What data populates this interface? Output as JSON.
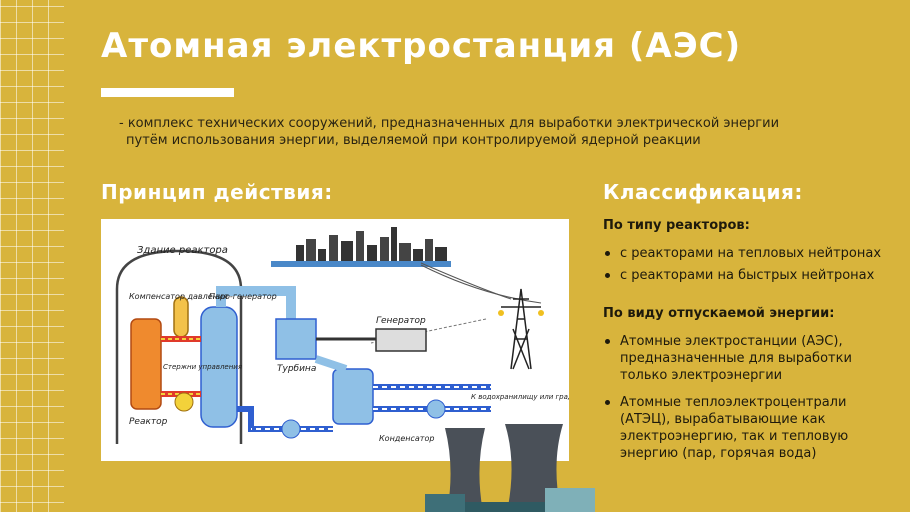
{
  "slide": {
    "title": "Атомная электростанция (АЭС)",
    "subtitle_line1": "- комплекс технических сооружений, предназначенных для выработки электрической энергии",
    "subtitle_line2": "путём использования энергии, выделяемой при контролируемой ядерной реакции"
  },
  "principle": {
    "heading": "Принцип действия:",
    "diagram_labels": {
      "building": "Здание реактора",
      "compensator": "Компенсатор давления",
      "steam_gen": "Паро-генератор",
      "rods": "Стержни управления",
      "reactor": "Реактор",
      "turbine": "Турбина",
      "generator": "Генератор",
      "condenser": "Конденсатор",
      "to_reservoir": "К водохранилищу или градирне"
    }
  },
  "classification": {
    "heading": "Классификация:",
    "by_reactor_type": {
      "label": "По типу реакторов:",
      "items": [
        "с реакторами на тепловых нейтронах",
        "с реакторами на быстрых нейтронах"
      ]
    },
    "by_energy_type": {
      "label": "По виду отпускаемой энергии:",
      "items": [
        "Атомные электростанции (АЭС), предназначенные для выработки только электроэнергии",
        "Атомные теплоэлектроцентрали (АТЭЦ), вырабатывающие как электроэнергию, так и тепловую энергию (пар, горячая вода)"
      ]
    }
  },
  "colors": {
    "background": "#d8b43c",
    "hot_loop": "#e03a2a",
    "cold_loop": "#2f5fd0",
    "steam": "#8fc0e6"
  }
}
